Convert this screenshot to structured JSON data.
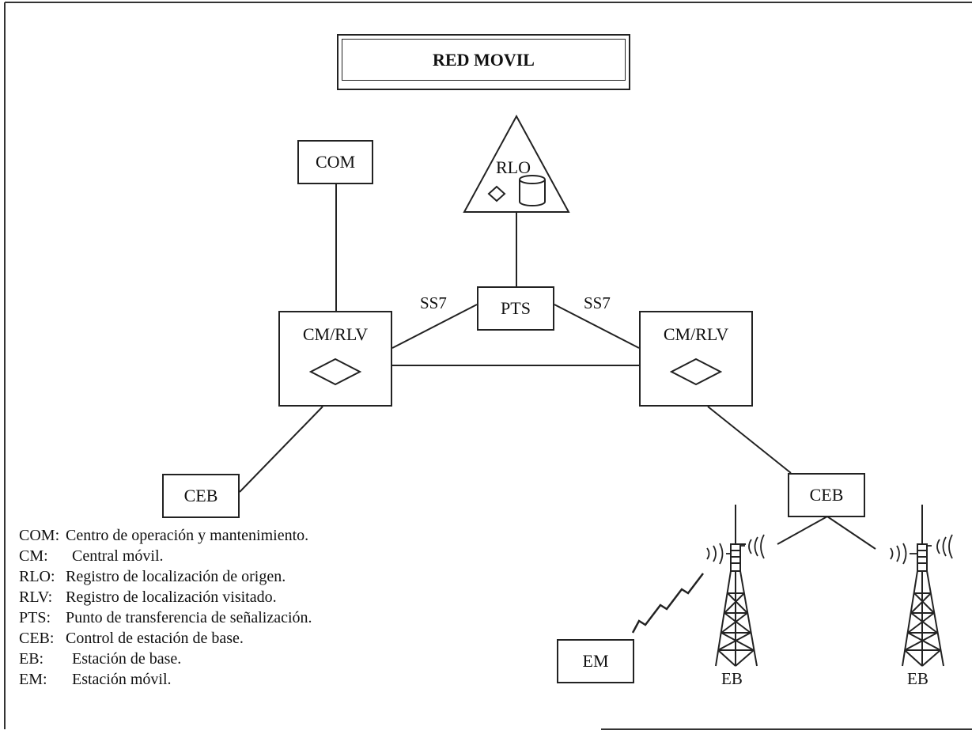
{
  "title": "RED MOVIL",
  "nodes": {
    "com": "COM",
    "rlo": "RLO",
    "pts": "PTS",
    "cm_left": "CM/RLV",
    "cm_right": "CM/RLV",
    "ceb_left": "CEB",
    "ceb_right": "CEB",
    "em": "EM",
    "eb_left": "EB",
    "eb_right": "EB"
  },
  "links": {
    "ss7_left": "SS7",
    "ss7_right": "SS7"
  },
  "legend": [
    {
      "abbr": "COM:",
      "def": "Centro de operación y mantenimiento."
    },
    {
      "abbr": "CM:",
      "def": "Central móvil."
    },
    {
      "abbr": "RLO:",
      "def": "Registro de localización de origen."
    },
    {
      "abbr": "RLV:",
      "def": "Registro de localización visitado."
    },
    {
      "abbr": "PTS:",
      "def": "Punto de transferencia de señalización."
    },
    {
      "abbr": "CEB:",
      "def": "Control de estación de base."
    },
    {
      "abbr": "EB:",
      "def": "Estación de base."
    },
    {
      "abbr": "EM:",
      "def": "Estación móvil."
    }
  ]
}
